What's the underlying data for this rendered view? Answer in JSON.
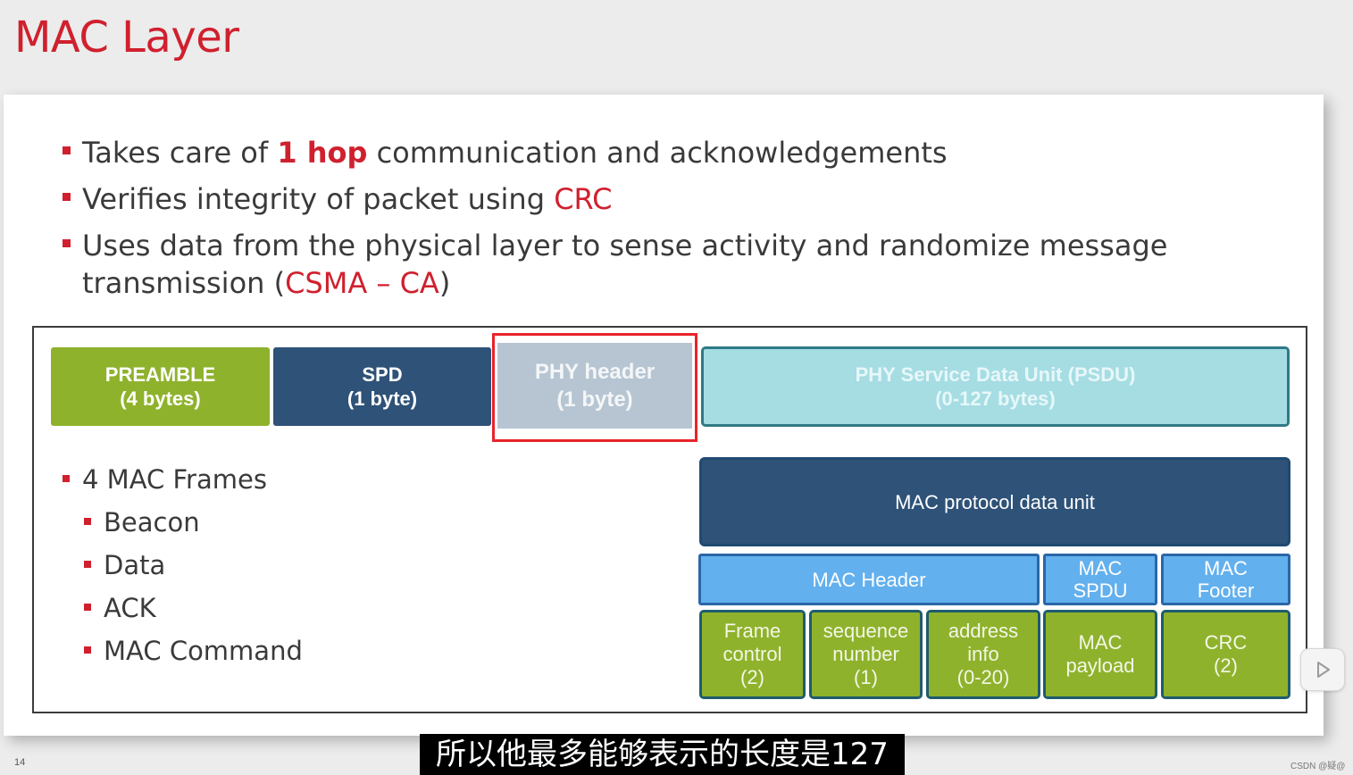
{
  "title": "MAC Layer",
  "bullets": {
    "b1": {
      "pre": "Takes care of ",
      "highlight": "1 hop",
      "post": " communication and acknowledgements"
    },
    "b2": {
      "pre": "Verifies integrity of packet using ",
      "highlight": "CRC"
    },
    "b3": {
      "pre": "Uses data from the physical layer to sense activity and randomize message transmission (",
      "highlight": "CSMA – CA",
      "post": ")"
    }
  },
  "phy_frame": {
    "preamble": {
      "line1": "PREAMBLE",
      "line2": "(4 bytes)"
    },
    "spd": {
      "line1": "SPD",
      "line2": "(1 byte)"
    },
    "phy_header": {
      "line1": "PHY header",
      "line2": "(1 byte)"
    },
    "psdu": {
      "line1": "PHY Service Data Unit (PSDU)",
      "line2": "(0-127 bytes)"
    }
  },
  "mac_frame": {
    "mpdu": "MAC protocol data unit",
    "header": "MAC Header",
    "spdu": {
      "line1": "MAC",
      "line2": "SPDU"
    },
    "footer": {
      "line1": "MAC",
      "line2": "Footer"
    },
    "fields": {
      "frame_control": {
        "line1": "Frame",
        "line2": "control",
        "line3": "(2)"
      },
      "sequence_number": {
        "line1": "sequence",
        "line2": "number",
        "line3": "(1)"
      },
      "address_info": {
        "line1": "address",
        "line2": "info",
        "line3": "(0-20)"
      },
      "payload": {
        "line1": "MAC",
        "line2": "payload"
      },
      "crc": {
        "line1": "CRC",
        "line2": "(2)"
      }
    }
  },
  "mac_frames_list": {
    "heading": "4 MAC Frames",
    "items": [
      "Beacon",
      "Data",
      "ACK",
      "MAC Command"
    ]
  },
  "page_number": "14",
  "subtitle": "所以他最多能够表示的长度是127",
  "watermark": "CSDN @疑@",
  "colors": {
    "accent_red": "#d0202e",
    "preamble_green": "#8fb22c",
    "spd_navy": "#2e5278",
    "psdu_cyan": "#a5dde3",
    "mac_header_blue": "#62b0ee"
  }
}
